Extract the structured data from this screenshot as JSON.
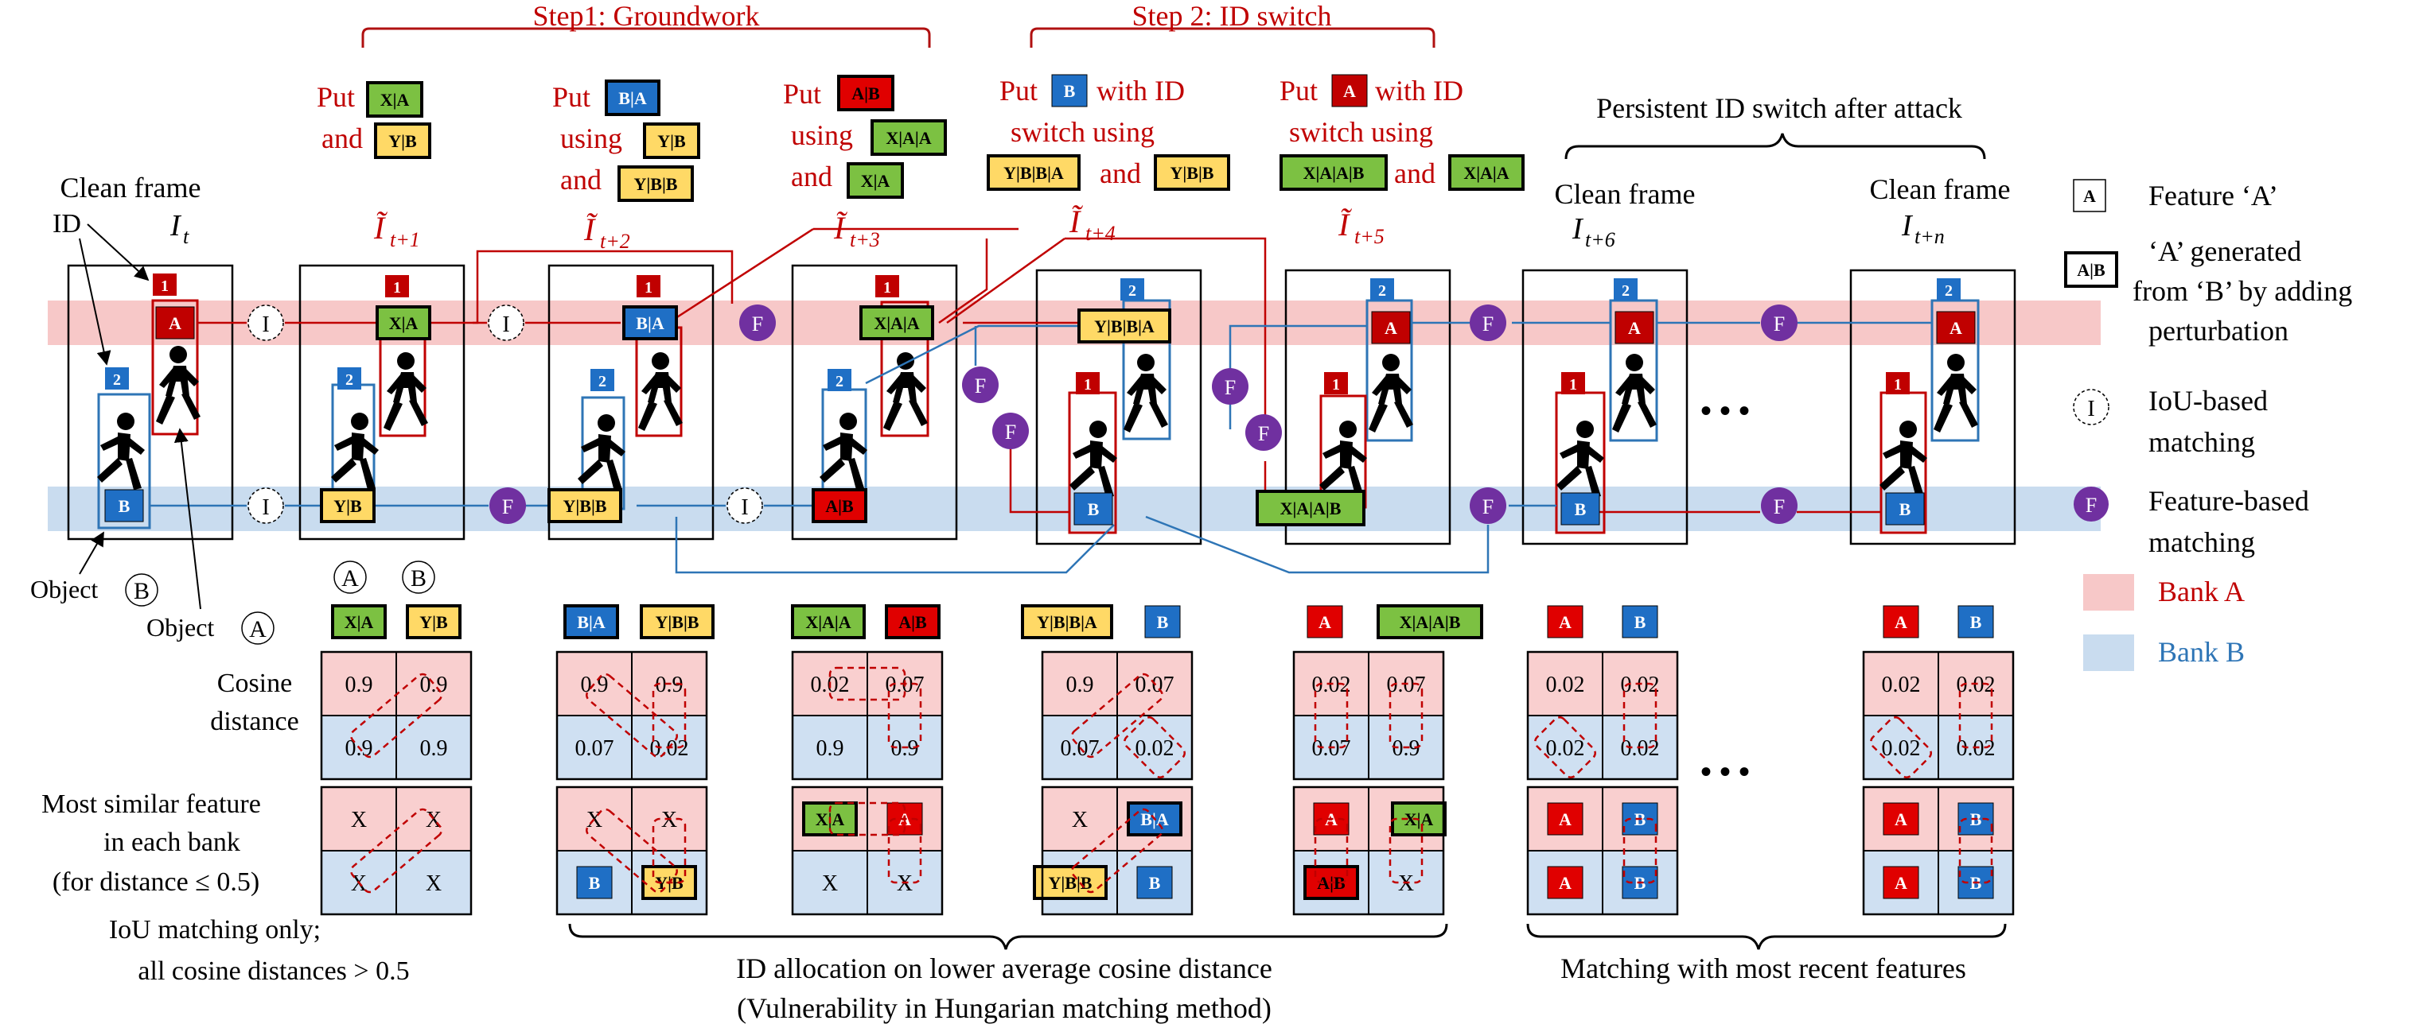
{
  "colors": {
    "red": "#c00000",
    "dark_red": "#b01010",
    "blue": "#2e75b6",
    "bank_a": "#f7c8c8",
    "bank_b": "#c9dcef",
    "green": "#7cc142",
    "yellow": "#ffd966",
    "tag_red": "#e00000",
    "tag_blue": "#1f6fc5",
    "purple": "#7030a0",
    "cell_pink": "#f9cfcf",
    "cell_blue": "#cfe0f2"
  },
  "steps": {
    "step1": "Step1: Groundwork",
    "step2": "Step 2: ID switch",
    "persistent": "Persistent ID switch after attack"
  },
  "frames": {
    "f0": {
      "caption": "Clean frame",
      "label": "I",
      "sub": "t"
    },
    "f1": {
      "label": "Ĩ",
      "sub": "t+1"
    },
    "f2": {
      "label": "Ĩ",
      "sub": "t+2"
    },
    "f3": {
      "label": "Ĩ",
      "sub": "t+3"
    },
    "f4": {
      "label": "Ĩ",
      "sub": "t+4"
    },
    "f5": {
      "label": "Ĩ",
      "sub": "t+5"
    },
    "f6": {
      "caption": "Clean frame",
      "label": "I",
      "sub": "t+6"
    },
    "f7": {
      "caption": "Clean frame",
      "label": "I",
      "sub": "t+n"
    }
  },
  "instructions": {
    "i1": {
      "l1": "Put",
      "l2": "and"
    },
    "i2": {
      "l1": "Put",
      "l2": "using",
      "l3": "and"
    },
    "i3": {
      "l1": "Put",
      "l2": "using",
      "l3": "and"
    },
    "i4": {
      "l1": "Put",
      "l1b": "with ID",
      "l2": "switch using",
      "l3": "and"
    },
    "i5": {
      "l1": "Put",
      "l1b": "with ID",
      "l2": "switch using",
      "l3": "and"
    }
  },
  "tags": {
    "A": "A",
    "B": "B",
    "XA": "X|A",
    "YB": "Y|B",
    "BA": "B|A",
    "YBB": "Y|B|B",
    "AB": "A|B",
    "XAA": "X|A|A",
    "YBBA": "Y|B|B|A",
    "XAAB": "X|A|A|B",
    "id1": "1",
    "id2": "2"
  },
  "labels": {
    "id": "ID",
    "object_b": "Object",
    "object_a": "Object",
    "circ_a": "A",
    "circ_b": "B",
    "cosine1": "Cosine",
    "cosine2": "distance",
    "most1": "Most similar feature",
    "most2": "in each bank",
    "most3": "(for distance ≤ 0.5)",
    "iou1": "IoU matching only;",
    "iou2": "all cosine distances > 0.5",
    "alloc1": "ID allocation on lower average cosine distance",
    "alloc2": "(Vulnerability in Hungarian matching method)",
    "recent": "Matching with most recent features",
    "dots": "• • •",
    "x": "X",
    "I": "I",
    "F": "F"
  },
  "legend": {
    "feature_key": "A",
    "feature": "Feature ‘A’",
    "gen_key": "A|B",
    "gen1": "‘A’ generated",
    "gen2": "from ‘B’ by adding",
    "gen3": "perturbation",
    "iou_key": "I",
    "iou1": "IoU-based",
    "iou2": "matching",
    "feat_key": "F",
    "feat1": "Feature-based",
    "feat2": "matching",
    "bank_a": "Bank A",
    "bank_b": "Bank B"
  },
  "matrices": [
    {
      "cos": [
        "0.9",
        "0.9",
        "0.9",
        "0.9"
      ]
    },
    {
      "cos": [
        "0.9",
        "0.9",
        "0.07",
        "0.02"
      ]
    },
    {
      "cos": [
        "0.02",
        "0.07",
        "0.9",
        "0.9"
      ]
    },
    {
      "cos": [
        "0.9",
        "0.07",
        "0.07",
        "0.02"
      ]
    },
    {
      "cos": [
        "0.02",
        "0.07",
        "0.07",
        "0.9"
      ]
    },
    {
      "cos": [
        "0.02",
        "0.02",
        "0.02",
        "0.02"
      ]
    },
    {
      "cos": [
        "0.02",
        "0.02",
        "0.02",
        "0.02"
      ]
    }
  ]
}
